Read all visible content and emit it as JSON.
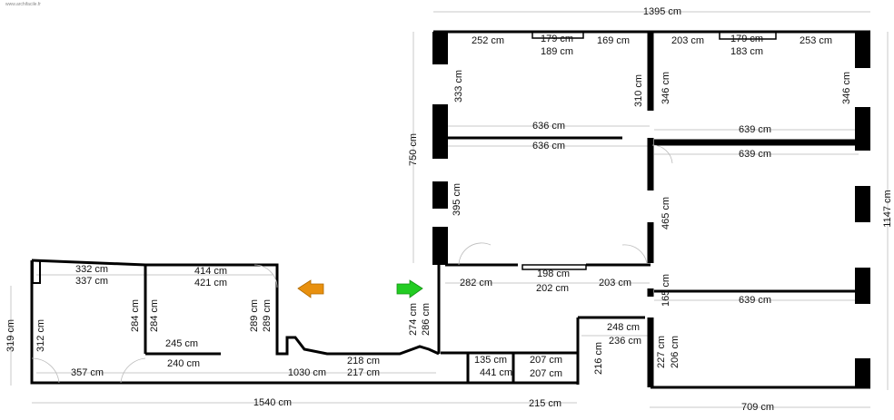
{
  "watermark": "www.archifacile.fr",
  "colors": {
    "arrow_left": "#E8900E",
    "arrow_right": "#22CC22",
    "wall": "#000000",
    "dimension_line": "#C8C8C8"
  },
  "dimensions": {
    "top_total": "1395 cm",
    "top": [
      "252 cm",
      "179 cm",
      "189 cm",
      "169 cm",
      "203 cm",
      "179 cm",
      "183 cm",
      "253 cm"
    ],
    "upper_vertical": [
      "333 cm",
      "310 cm",
      "346 cm",
      "346 cm"
    ],
    "upper_horizontal": [
      "636 cm",
      "636 cm",
      "639 cm",
      "639 cm"
    ],
    "right_block": [
      "750 cm",
      "395 cm",
      "465 cm",
      "1147 cm"
    ],
    "middle": [
      "198 cm",
      "282 cm",
      "202 cm",
      "203 cm",
      "165 cm",
      "639 cm"
    ],
    "lower_right": [
      "248 cm",
      "236 cm",
      "216 cm",
      "227 cm",
      "206 cm",
      "709 cm"
    ],
    "bathroom": [
      "135 cm",
      "441 cm",
      "207 cm",
      "207 cm",
      "215 cm"
    ],
    "left_wing": [
      "332 cm",
      "337 cm",
      "414 cm",
      "421 cm",
      "319 cm",
      "312 cm",
      "284 cm",
      "284 cm",
      "289 cm",
      "289 cm",
      "245 cm",
      "240 cm",
      "357 cm",
      "1030 cm",
      "218 cm",
      "217 cm",
      "1540 cm",
      "274 cm",
      "286 cm"
    ]
  }
}
